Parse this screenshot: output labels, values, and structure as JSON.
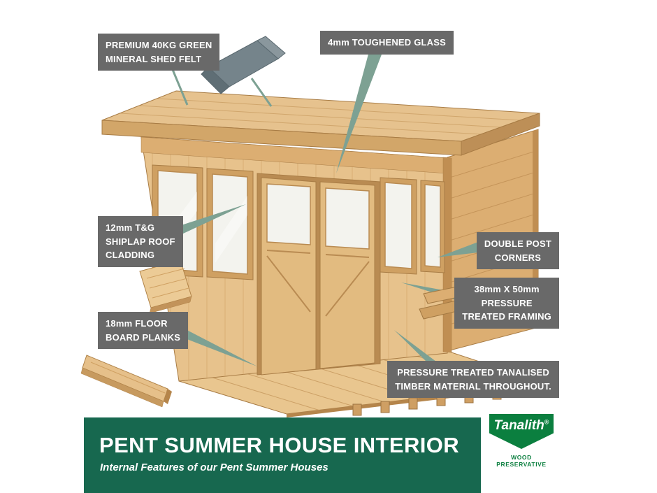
{
  "callouts": {
    "felt": "PREMIUM 40KG GREEN\nMINERAL SHED FELT",
    "glass": "4mm TOUGHENED GLASS",
    "shiplap": "12mm T&G\nSHIPLAP ROOF\nCLADDING",
    "floor_planks": "18mm FLOOR\nBOARD PLANKS",
    "double_posts": "DOUBLE POST\nCORNERS",
    "framing": "38mm X 50mm\nPRESSURE\nTREATED FRAMING",
    "tanalised": "PRESSURE TREATED TANALISED\nTIMBER MATERIAL THROUGHOUT."
  },
  "banner": {
    "title": "PENT SUMMER HOUSE INTERIOR",
    "subtitle": "Internal Features of our Pent Summer Houses"
  },
  "logo": {
    "brand": "Tanalith",
    "registered": "®",
    "tagline": "WOOD PRESERVATIVE"
  },
  "colors": {
    "banner_green": "#17684f",
    "callout_gray": "#696969",
    "leader_green": "#7da193",
    "logo_green": "#0b7f3f",
    "wood_light": "#e7c28c",
    "felt_gray": "#75848b"
  }
}
